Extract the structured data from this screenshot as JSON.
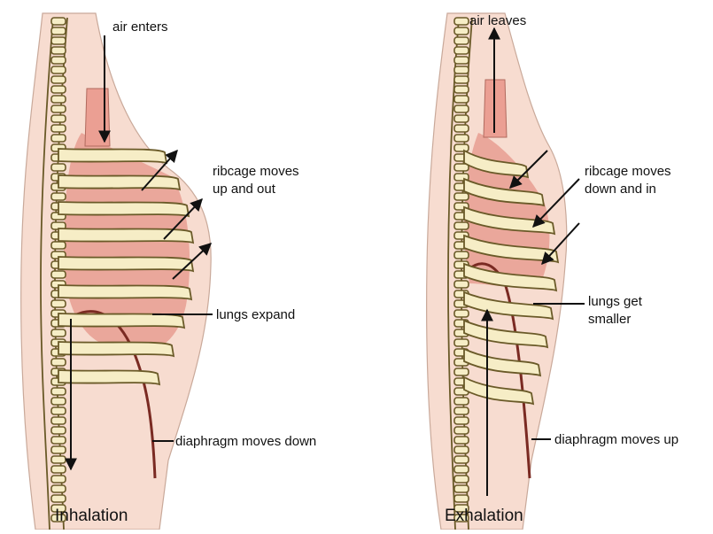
{
  "colors": {
    "body_skin": "#f7dcd0",
    "lungs": "#eaa79b",
    "bone": "#f6edc6",
    "bone_outline": "#6a5a28",
    "diaphragm": "#7a2a22",
    "text": "#111111"
  },
  "inhalation": {
    "title": "Inhalation",
    "air_label": "air enters",
    "ribcage_label_line1": "ribcage moves",
    "ribcage_label_line2": "up and out",
    "lungs_label": "lungs expand",
    "diaphragm_label": "diaphragm moves down"
  },
  "exhalation": {
    "title": "Exhalation",
    "air_label": "air leaves",
    "ribcage_label_line1": "ribcage moves",
    "ribcage_label_line2": "down and in",
    "lungs_label_line1": "lungs get",
    "lungs_label_line2": "smaller",
    "diaphragm_label": "diaphragm moves up"
  }
}
